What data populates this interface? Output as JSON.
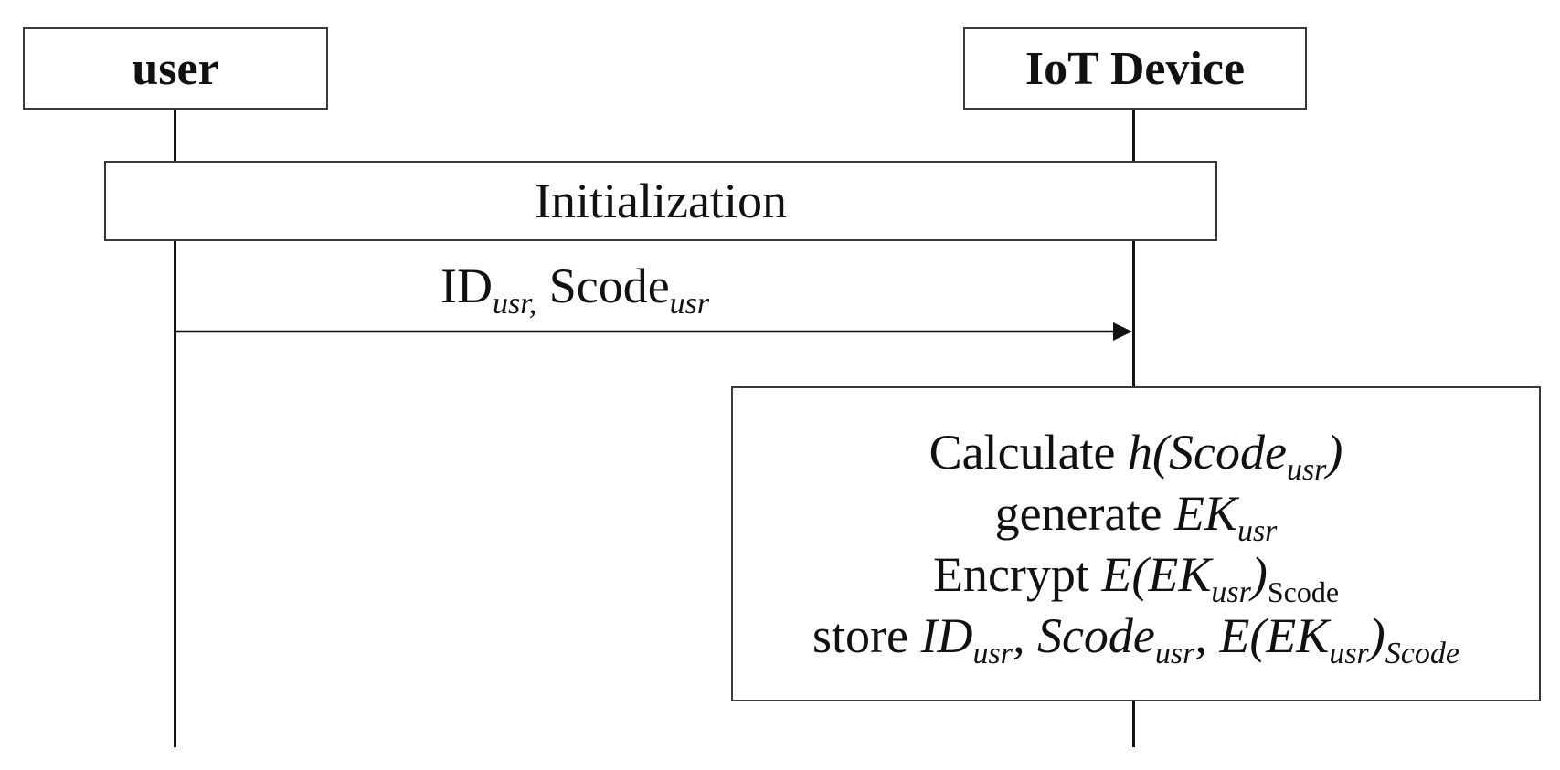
{
  "participants": {
    "user": "user",
    "device": "IoT Device"
  },
  "phase": {
    "label": "Initialization"
  },
  "message": {
    "id_base": "ID",
    "id_sub": "usr",
    "separator": ",",
    "scode_base": "Scode",
    "scode_sub": "usr"
  },
  "process": {
    "line1": {
      "verb": "Calculate",
      "expr_prefix": "h(Scode",
      "expr_sub": "usr",
      "expr_suffix": ")"
    },
    "line2": {
      "verb": "generate",
      "expr_base": "EK",
      "expr_sub": "usr"
    },
    "line3": {
      "verb": "Encrypt",
      "expr_prefix": "E(EK",
      "expr_sub": "usr",
      "expr_suffix": ")",
      "key_sub": "Scode"
    },
    "line4": {
      "verb": "store",
      "id_base": "ID",
      "id_sub": "usr",
      "sep1": ",",
      "scode_base": "Scode",
      "scode_sub": "usr",
      "sep2": ",",
      "expr_prefix": "E(EK",
      "expr_sub": "usr",
      "expr_suffix": ")",
      "key_sub": "Scode"
    }
  },
  "colors": {
    "line": "#111111",
    "border": "#3a3a3a",
    "background": "#ffffff"
  }
}
